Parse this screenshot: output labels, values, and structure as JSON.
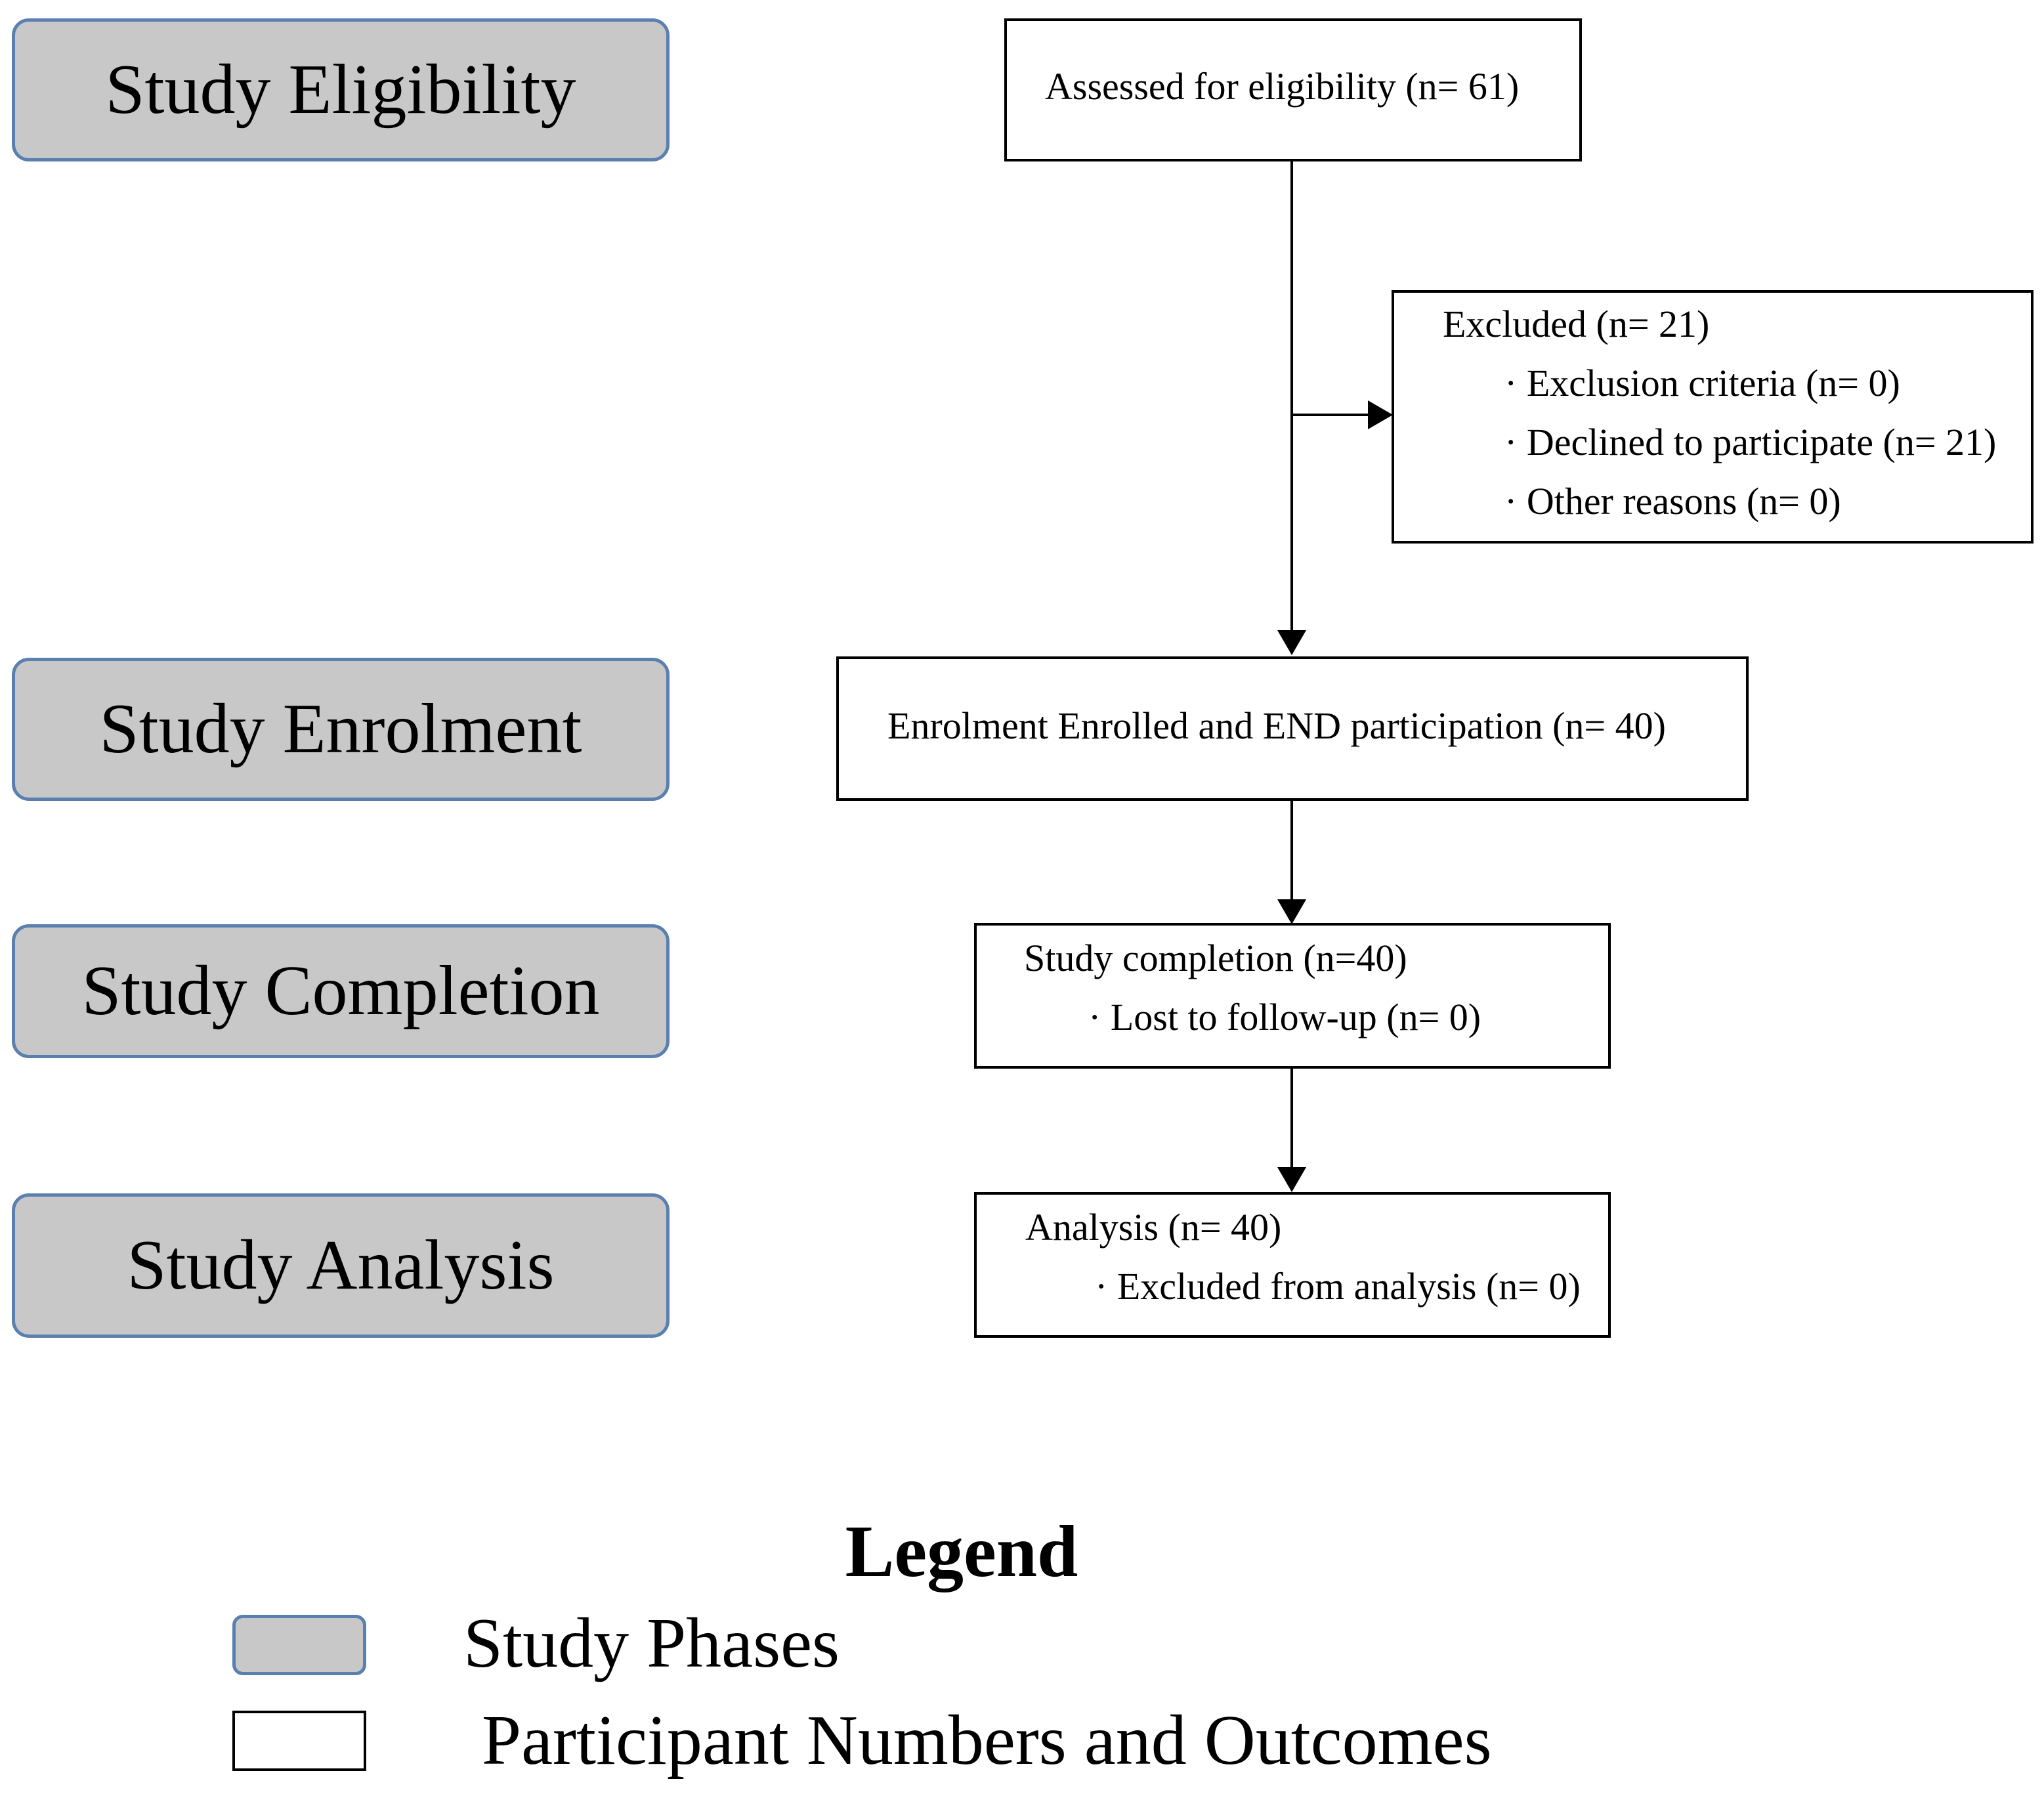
{
  "phases": {
    "eligibility": "Study Eligibility",
    "enrolment": "Study Enrolment",
    "completion": "Study Completion",
    "analysis": "Study Analysis"
  },
  "boxes": {
    "assessed": "Assessed for eligibility  (n= 61)",
    "excluded": {
      "title": "Excluded  (n= 21)",
      "items": [
        "· Exclusion  criteria  (n= 0)",
        "· Declined to participate (n= 21)",
        "· Other reasons  (n= 0)"
      ]
    },
    "enrolment": "Enrolment  Enrolled and END participation (n= 40)",
    "completion": {
      "title": "Study completion (n=40)",
      "items": [
        "· Lost to follow-up (n= 0)"
      ]
    },
    "analysis": {
      "title": "Analysis (n= 40)",
      "items": [
        "· Excluded  from analysis (n= 0)"
      ]
    }
  },
  "legend": {
    "title": "Legend",
    "phases_label": "Study Phases",
    "boxes_label": "Participant Numbers and Outcomes"
  },
  "colors": {
    "phase_fill": "#c8c8c8",
    "phase_border": "#5b80b0",
    "box_border": "#000000"
  }
}
